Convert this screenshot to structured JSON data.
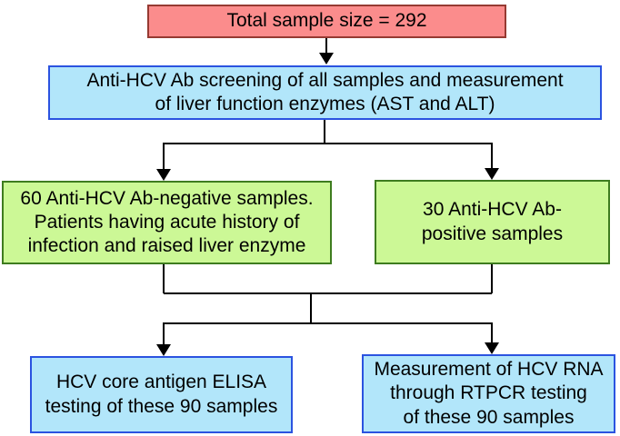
{
  "diagram": {
    "type": "flowchart",
    "background": "#ffffff",
    "line_color": "#000000",
    "text_color": "#000000",
    "nodes": [
      {
        "id": "total",
        "label": "Total sample size = 292",
        "fill": "#fb8c8c",
        "border": "#963a32"
      },
      {
        "id": "screening",
        "label": "Anti-HCV Ab screening of all samples and measurement\nof liver function enzymes (AST and ALT)",
        "fill": "#b2e6fa",
        "border": "#2b53e0"
      },
      {
        "id": "ab_negative",
        "label": "60 Anti-HCV Ab-negative samples.\nPatients having acute history of\ninfection and raised liver enzyme",
        "fill": "#ccf896",
        "border": "#3e7c1f"
      },
      {
        "id": "ab_positive",
        "label": "30 Anti-HCV Ab-\npositive samples",
        "fill": "#ccf896",
        "border": "#3e7c1f"
      },
      {
        "id": "elisa",
        "label": "HCV core antigen ELISA\ntesting of these 90 samples",
        "fill": "#b2e6fa",
        "border": "#2b53e0"
      },
      {
        "id": "rtpcr",
        "label": "Measurement of HCV RNA\nthrough RTPCR testing\nof these 90 samples",
        "fill": "#b2e6fa",
        "border": "#2b53e0"
      }
    ],
    "edges": [
      {
        "from": "total",
        "to": "screening"
      },
      {
        "from": "screening",
        "to": "ab_negative"
      },
      {
        "from": "screening",
        "to": "ab_positive"
      },
      {
        "from": "ab_negative",
        "to": "elisa"
      },
      {
        "from": "ab_negative",
        "to": "rtpcr"
      },
      {
        "from": "ab_positive",
        "to": "elisa"
      },
      {
        "from": "ab_positive",
        "to": "rtpcr"
      }
    ]
  }
}
